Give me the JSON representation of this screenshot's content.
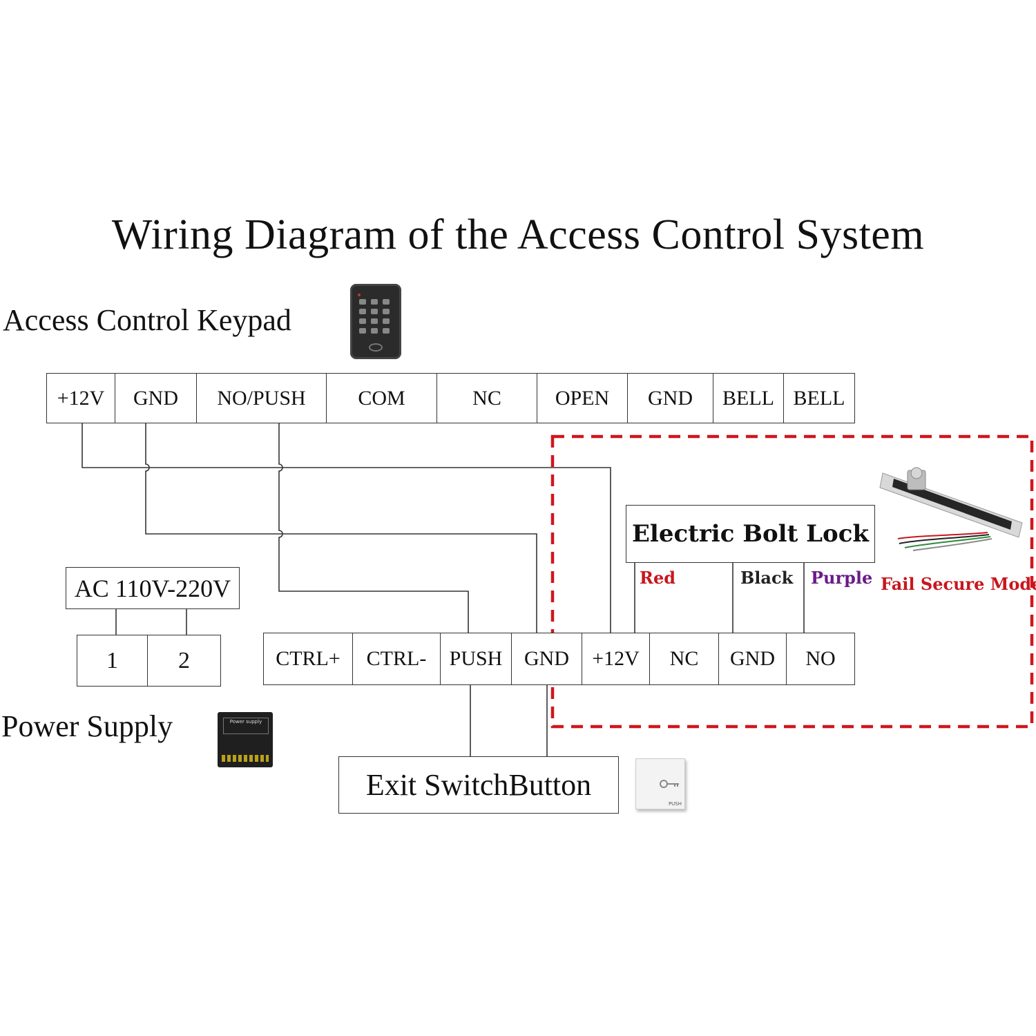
{
  "title": "Wiring Diagram of the Access Control System",
  "keypad": {
    "label": "Access Control Keypad",
    "terminals": [
      "+12V",
      "GND",
      "NO/PUSH",
      "COM",
      "NC",
      "OPEN",
      "GND",
      "BELL",
      "BELL"
    ]
  },
  "ac": {
    "label": "AC 110V-220V",
    "terminals": [
      "1",
      "2"
    ]
  },
  "power_supply": {
    "label": "Power Supply",
    "terminals": [
      "CTRL+",
      "CTRL-",
      "PUSH",
      "GND",
      "+12V",
      "NC",
      "GND",
      "NO"
    ],
    "device_text": "Power supply"
  },
  "lock": {
    "label": "Electric Bolt Lock",
    "mode": "Fail Secure Mode",
    "wires": [
      {
        "label": "Red",
        "color": "#c8161d"
      },
      {
        "label": "Black",
        "color": "#222222"
      },
      {
        "label": "Purple",
        "color": "#6a1b8a"
      }
    ]
  },
  "exit": {
    "label": "Exit SwitchButton",
    "device_text": "PUSH"
  },
  "colors": {
    "dashed_box": "#d0161d",
    "mode_text": "#c8161d"
  }
}
